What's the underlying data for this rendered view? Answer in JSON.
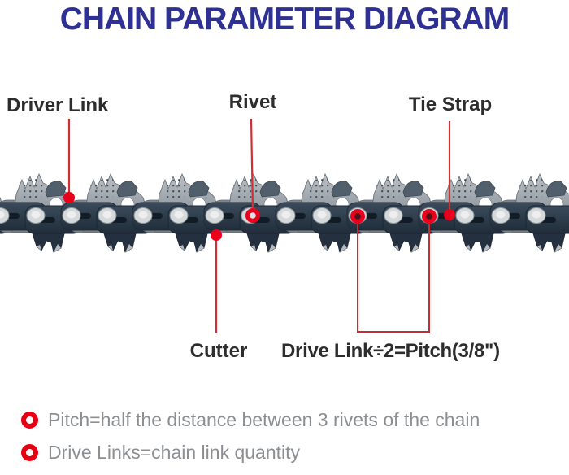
{
  "title": "CHAIN PARAMETER DIAGRAM",
  "labels": {
    "driver_link": "Driver Link",
    "rivet": "Rivet",
    "tie_strap": "Tie Strap",
    "cutter": "Cutter",
    "pitch_formula": "Drive Link÷2=Pitch(3/8\")"
  },
  "bullets": [
    {
      "text": "Pitch=half the distance between 3 rivets of the chain"
    },
    {
      "text": "Drive Links=chain link quantity"
    }
  ],
  "colors": {
    "title_blue": "#2e3192",
    "label_dark": "#2d2d2f",
    "annotation_red": "#e8001c",
    "pointer_line_red": "#cf3036",
    "bullet_red": "#e60012",
    "note_gray": "#8b8f92",
    "drive_link_dark": "#2f3e4d",
    "plate_gray": "#9aa1a8",
    "rivet_silver": "#d6d9da"
  }
}
